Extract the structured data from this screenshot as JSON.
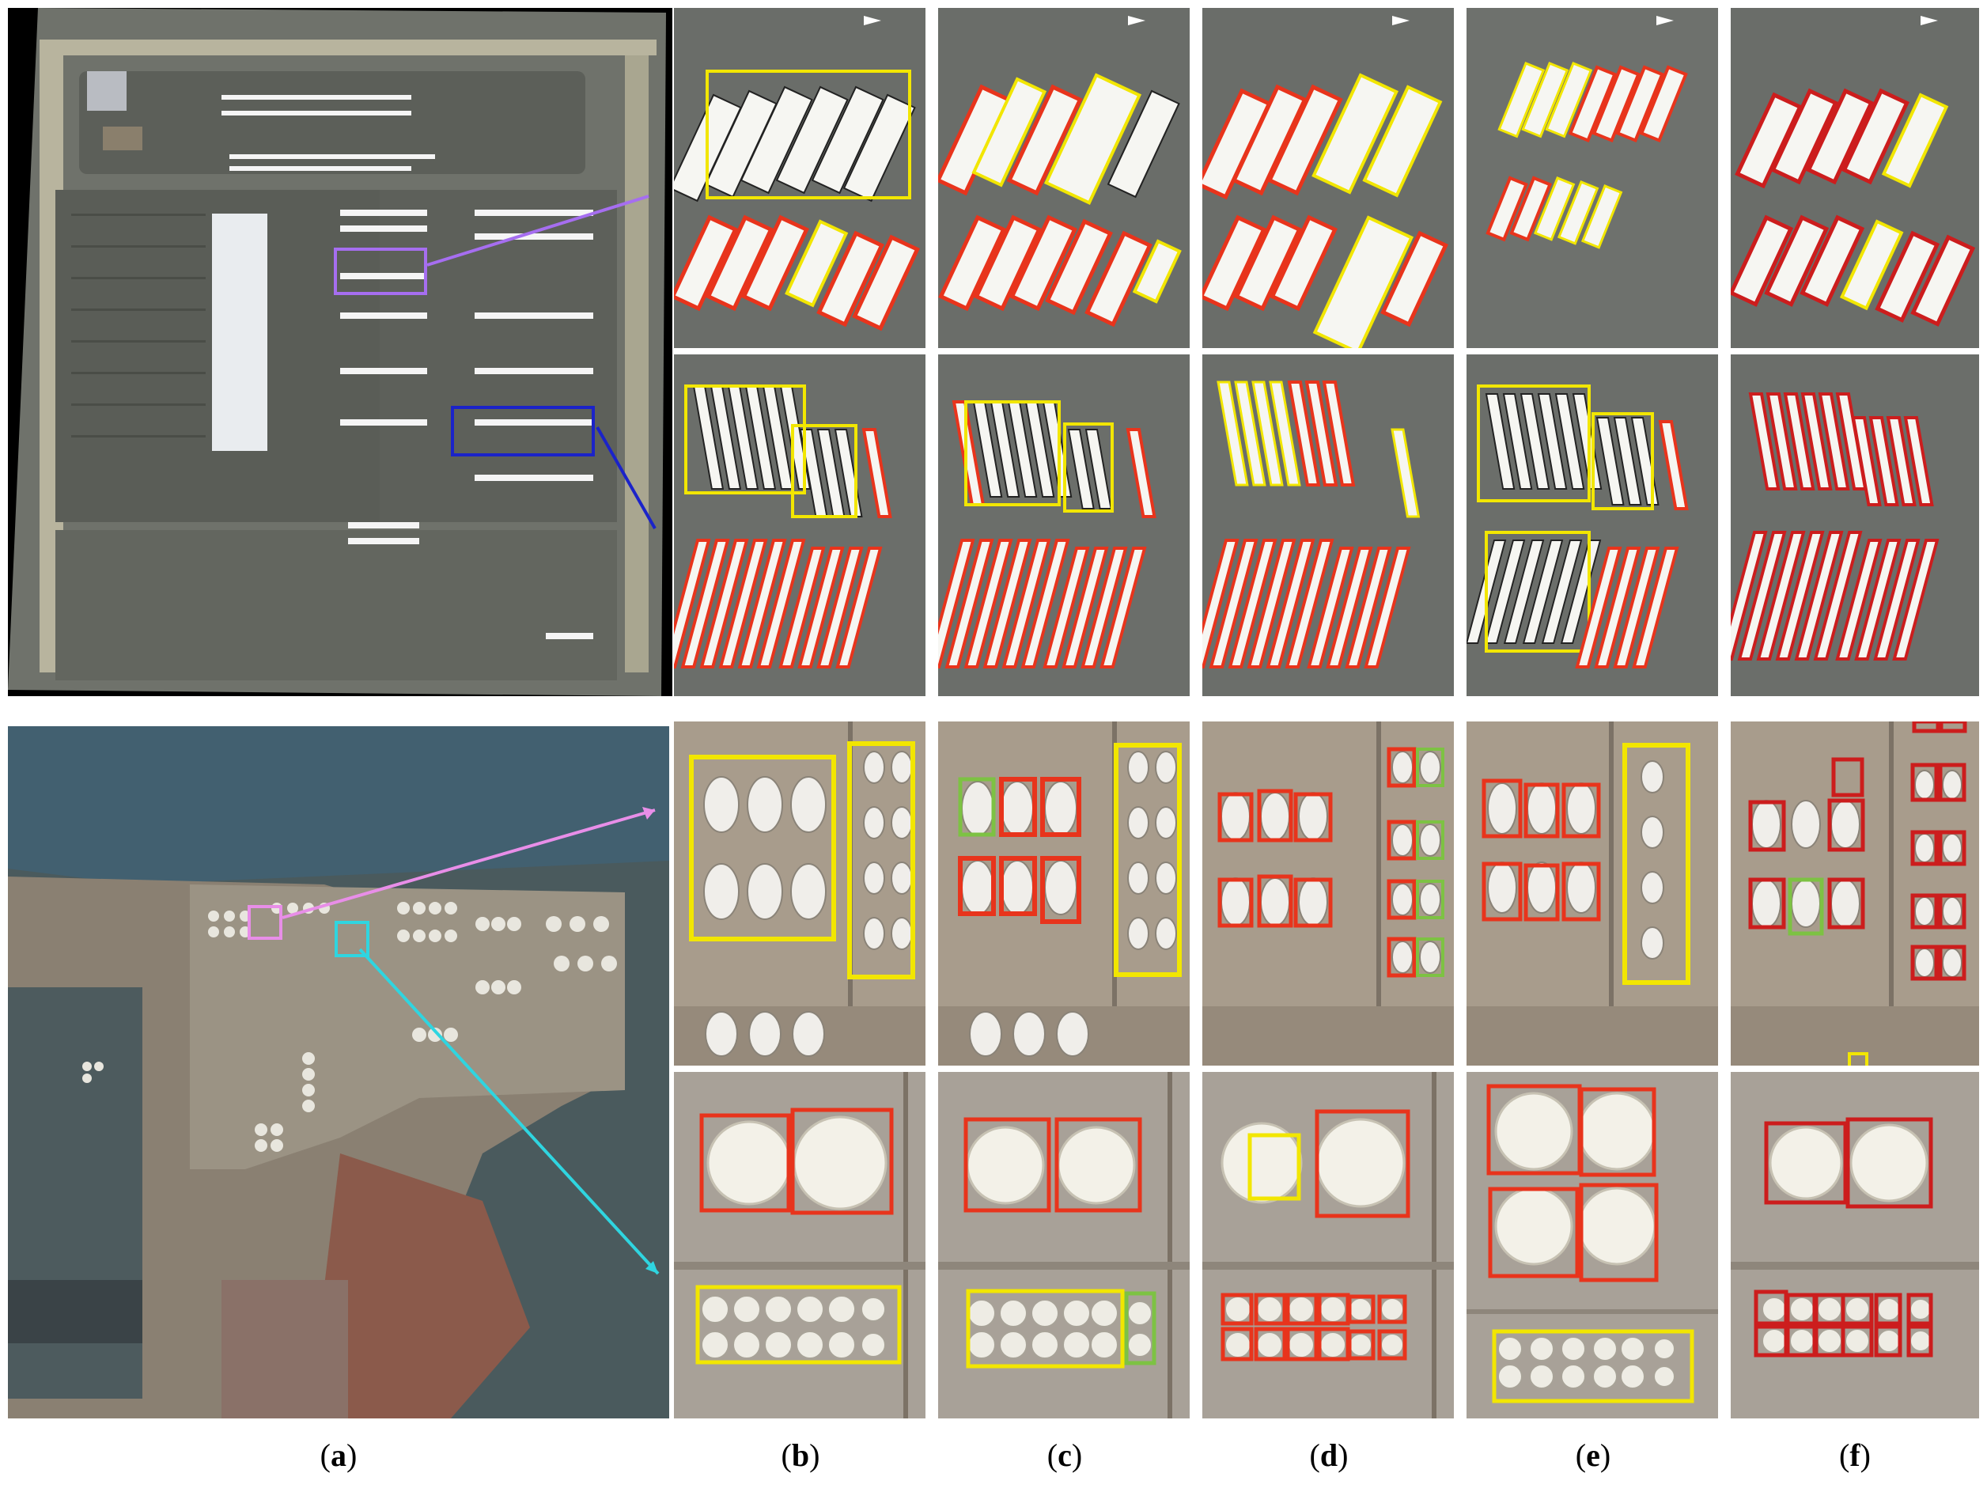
{
  "captions": {
    "a": {
      "open": "(",
      "letter": "a",
      "close": ")"
    },
    "b": {
      "open": "(",
      "letter": "b",
      "close": ")"
    },
    "c": {
      "open": "(",
      "letter": "c",
      "close": ")"
    },
    "d": {
      "open": "(",
      "letter": "d",
      "close": ")"
    },
    "e": {
      "open": "(",
      "letter": "e",
      "close": ")"
    },
    "f": {
      "open": "(",
      "letter": "f",
      "close": ")"
    }
  },
  "colors": {
    "detection_red": "#e8341c",
    "detection_yellow": "#f2e600",
    "detection_green": "#7dc243",
    "callout_purple": "#a66ef0",
    "callout_blue": "#1b23c9",
    "callout_pink": "#e88ee8",
    "callout_cyan": "#2fd5e0"
  }
}
